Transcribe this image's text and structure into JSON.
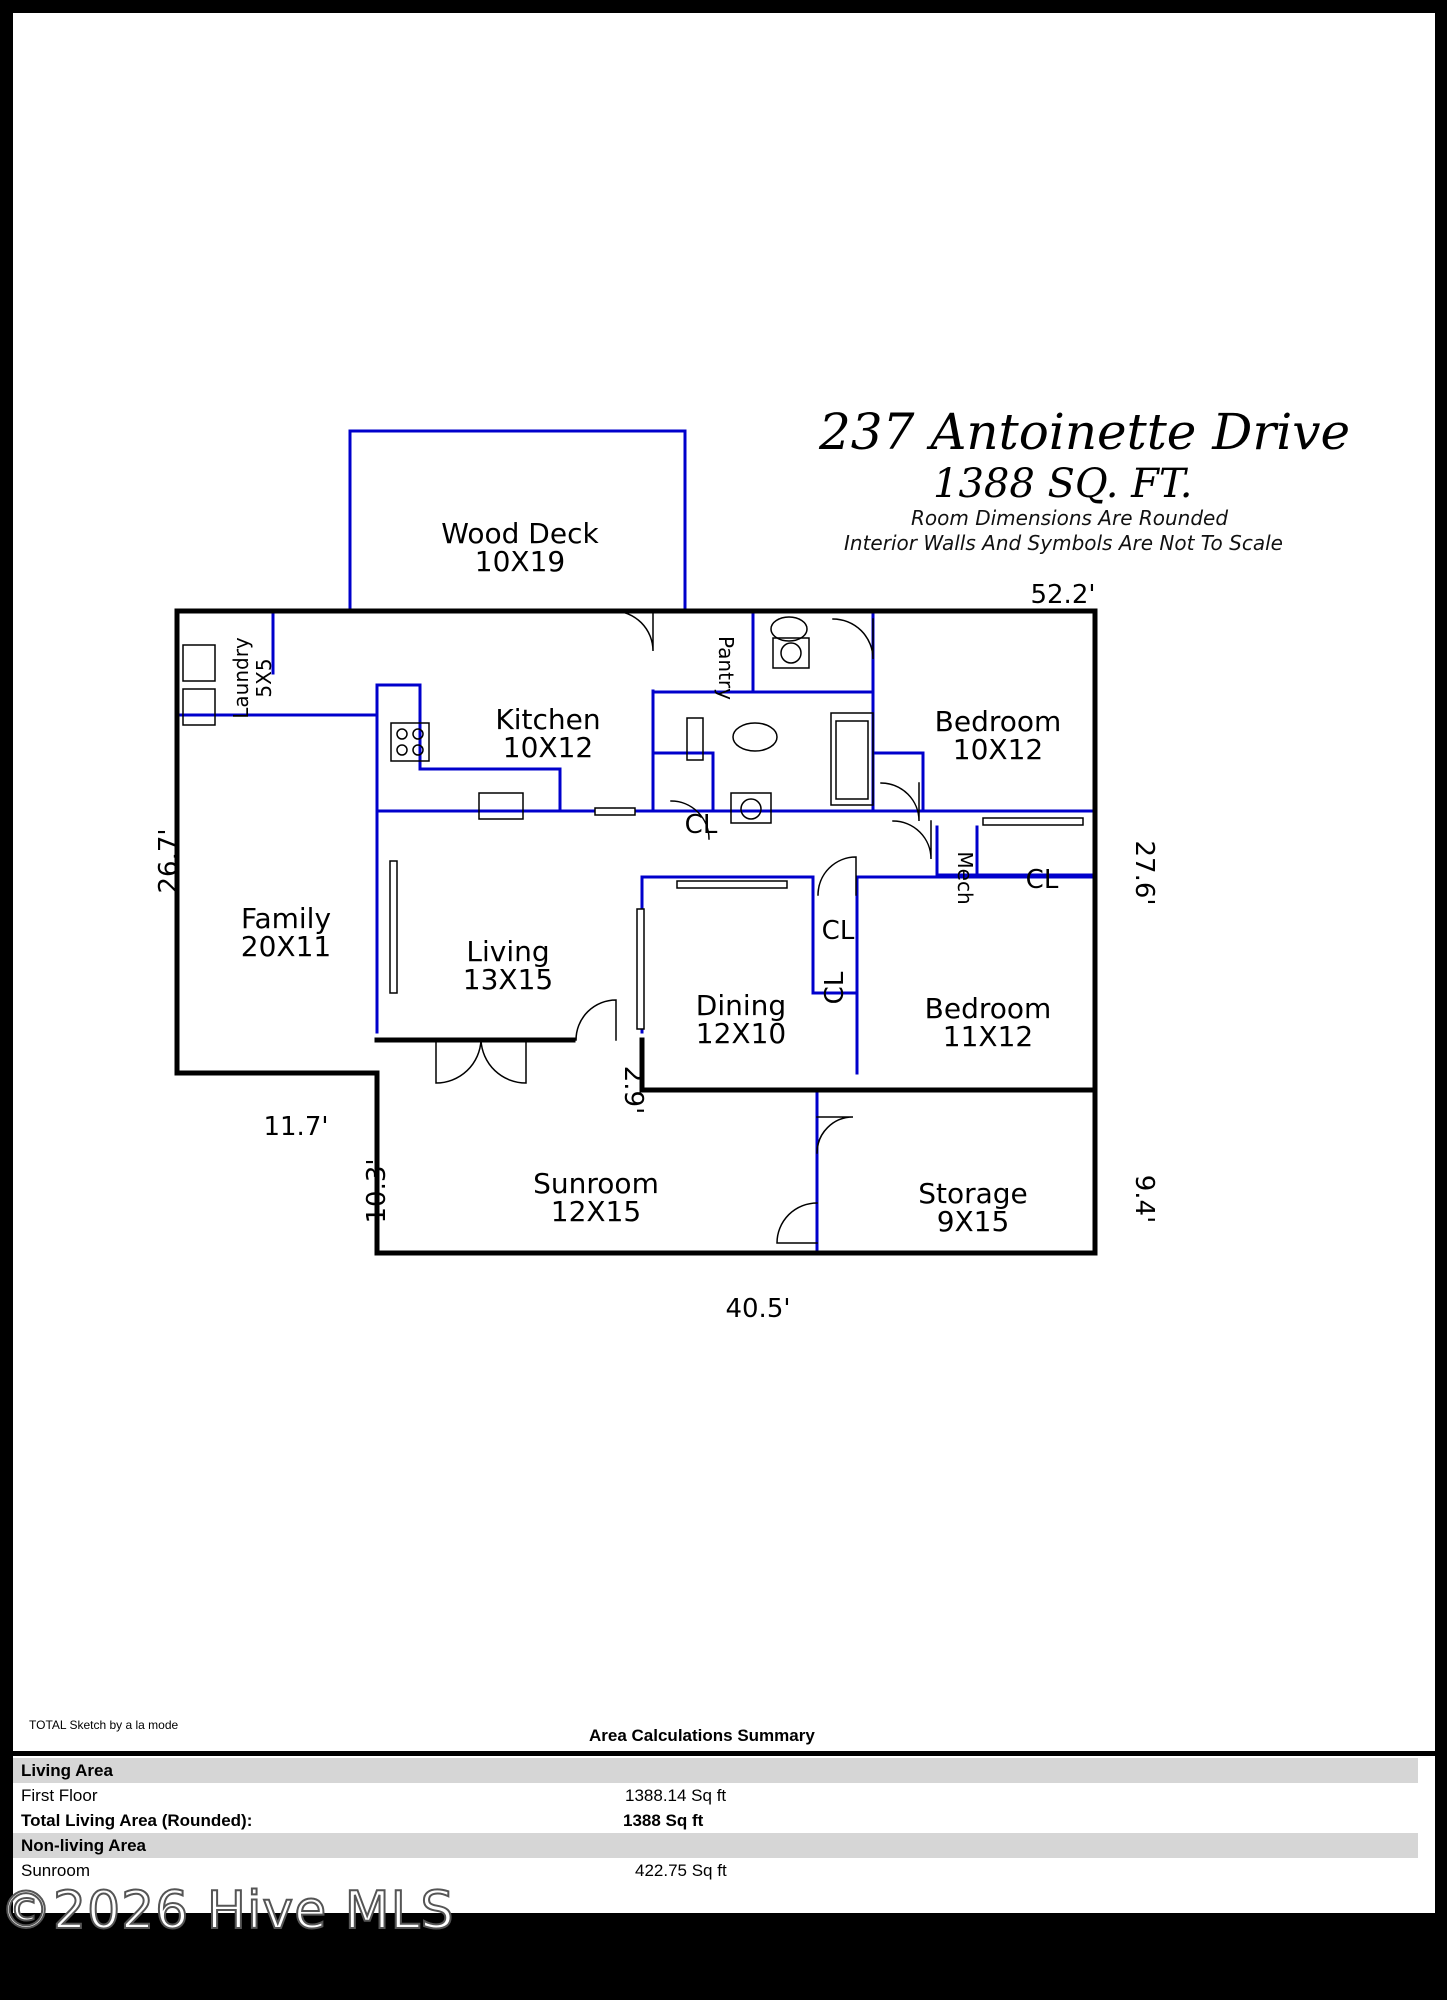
{
  "header": {
    "address": "237 Antoinette Drive",
    "area": "1388 SQ. FT.",
    "note_rounded": "Room Dimensions Are Rounded",
    "note_scale": "Interior Walls And Symbols Are Not To Scale"
  },
  "rooms": {
    "wood_deck": {
      "name": "Wood Deck",
      "size": "10X19"
    },
    "laundry": {
      "name": "Laundry",
      "size": "5X5"
    },
    "kitchen": {
      "name": "Kitchen",
      "size": "10X12"
    },
    "pantry": {
      "name": "Pantry"
    },
    "bedroom1": {
      "name": "Bedroom",
      "size": "10X12"
    },
    "family": {
      "name": "Family",
      "size": "20X11"
    },
    "living": {
      "name": "Living",
      "size": "13X15"
    },
    "dining": {
      "name": "Dining",
      "size": "12X10"
    },
    "bedroom2": {
      "name": "Bedroom",
      "size": "11X12"
    },
    "sunroom": {
      "name": "Sunroom",
      "size": "12X15"
    },
    "storage": {
      "name": "Storage",
      "size": "9X15"
    },
    "mech": {
      "name": "Mech"
    },
    "closet_label": "CL"
  },
  "dimensions": {
    "top": "52.2'",
    "left": "26.7'",
    "right": "27.6'",
    "family_bottom": "11.7'",
    "sunroom_left": "10.3'",
    "step": "2.9'",
    "storage_right": "9.4'",
    "bottom": "40.5'"
  },
  "footer": {
    "credit": "TOTAL Sketch by a la mode",
    "summary_title": "Area Calculations Summary",
    "rows": [
      {
        "label": "Living Area",
        "value": ""
      },
      {
        "label": "First Floor",
        "value": "1388.14 Sq ft"
      },
      {
        "label": "Total Living Area (Rounded):",
        "value": "1388 Sq ft"
      },
      {
        "label": "Non-living Area",
        "value": ""
      },
      {
        "label": "Sunroom",
        "value": "422.75 Sq ft"
      }
    ],
    "watermark": "©2026 Hive MLS"
  }
}
